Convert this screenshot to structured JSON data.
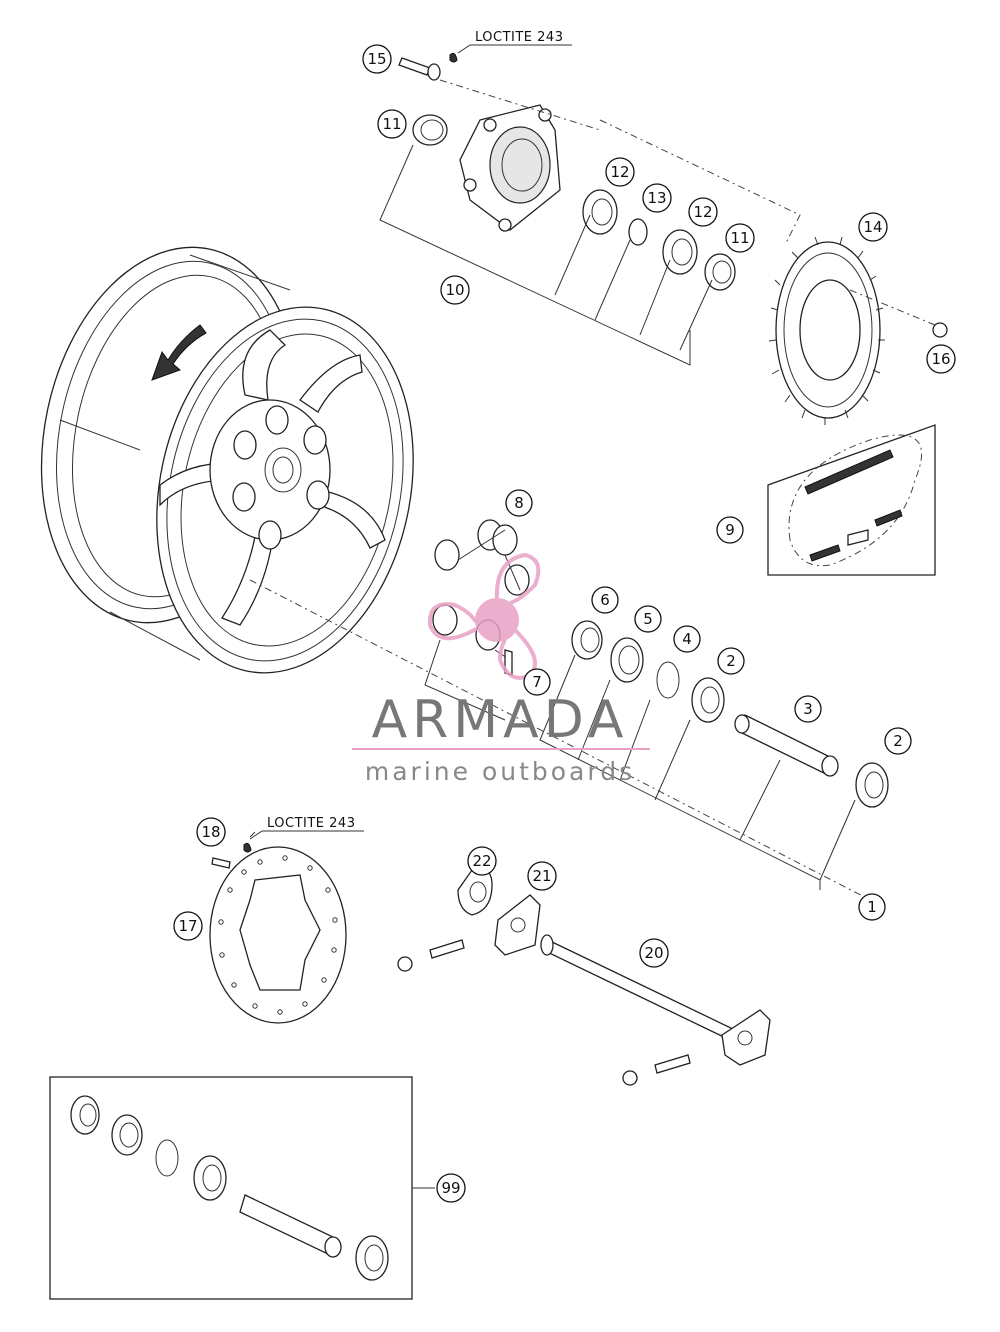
{
  "diagram": {
    "callouts": [
      "1",
      "2",
      "3",
      "4",
      "5",
      "6",
      "7",
      "8",
      "9",
      "10",
      "11",
      "12",
      "13",
      "14",
      "15",
      "16",
      "17",
      "18",
      "20",
      "21",
      "22",
      "99"
    ],
    "loctite_labels": [
      "LOCTITE 243",
      "LOCTITE 243"
    ]
  },
  "watermark": {
    "title": "ARMADA",
    "subtitle": "marine outboards",
    "color": "#e8a0c4"
  }
}
